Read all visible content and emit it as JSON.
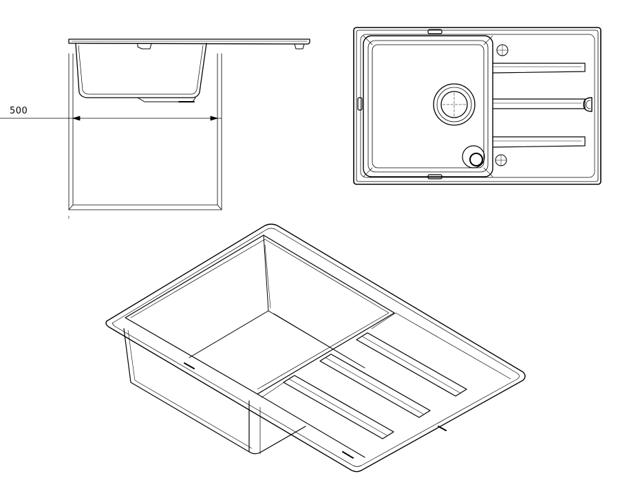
{
  "drawing": {
    "dimension_label": "500",
    "line_color": "#000000",
    "background": "#ffffff",
    "views": [
      "side-section-view",
      "top-plan-view",
      "isometric-view"
    ]
  }
}
